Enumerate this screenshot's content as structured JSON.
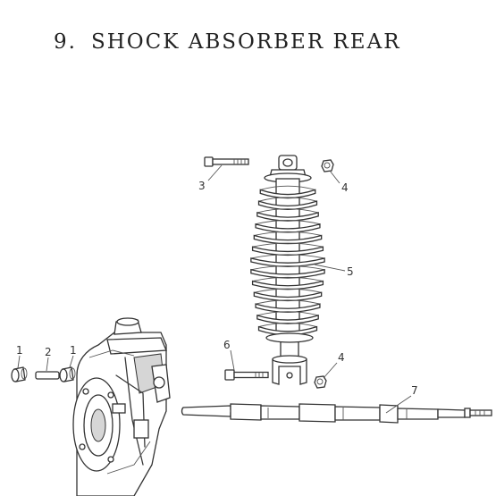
{
  "title": {
    "number": "9.",
    "text": "SHOCK ABSORBER REAR"
  },
  "callouts": [
    {
      "id": "1",
      "label": "1"
    },
    {
      "id": "2",
      "label": "2"
    },
    {
      "id": "1b",
      "label": "1"
    },
    {
      "id": "3",
      "label": "3"
    },
    {
      "id": "4",
      "label": "4"
    },
    {
      "id": "5",
      "label": "5"
    },
    {
      "id": "6",
      "label": "6"
    },
    {
      "id": "4b",
      "label": "4"
    },
    {
      "id": "7",
      "label": "7"
    }
  ],
  "colors": {
    "line": "#333333",
    "background": "#ffffff"
  }
}
